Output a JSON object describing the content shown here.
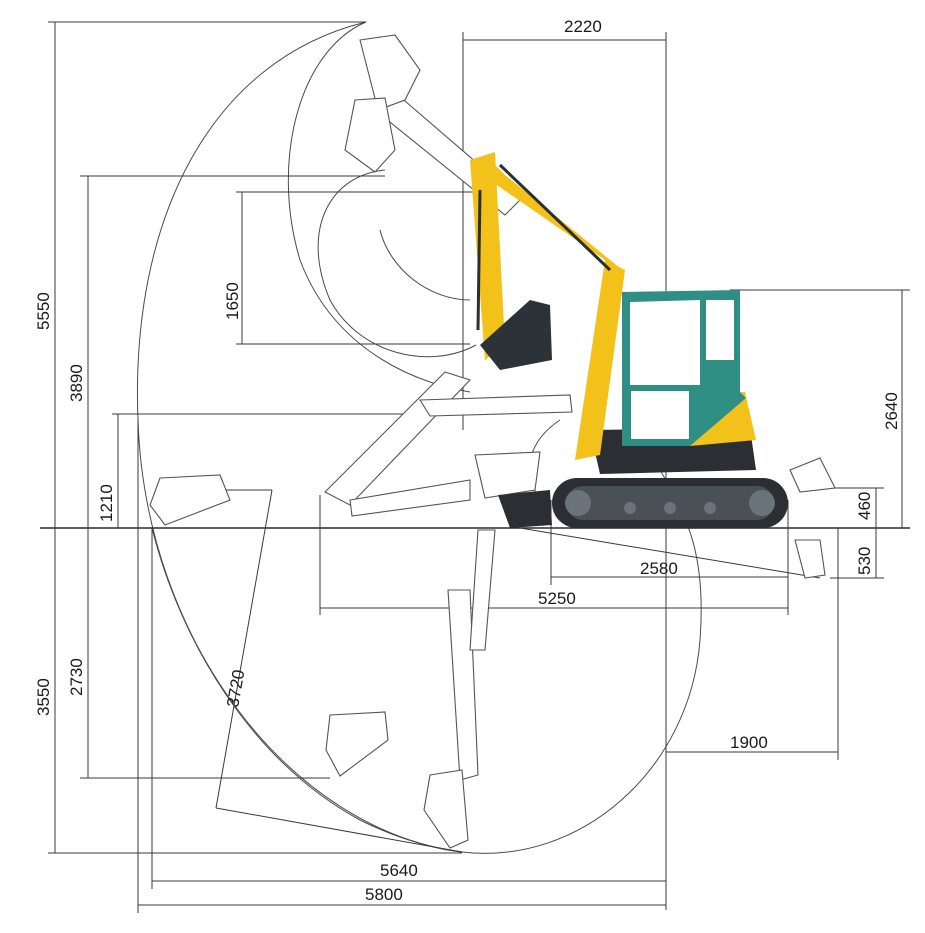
{
  "dimensions": {
    "top_width": "2220",
    "max_dig_reach_height": "5550",
    "max_dump_height": "3890",
    "bucket_swing_1650": "1650",
    "blade_height_1210": "1210",
    "cab_height": "2640",
    "blade_up": "460",
    "blade_down": "530",
    "track_length": "2580",
    "min_swing_radius": "5250",
    "max_digging_depth": "3550",
    "vertical_wall_depth": "2730",
    "depth_3720": "3720",
    "tail_radius": "1900",
    "reach_ground": "5640",
    "max_reach": "5800"
  },
  "colors": {
    "machine_yellow": "#f2c21a",
    "cab_teal": "#2f8f84",
    "track_dark": "#2b2f33",
    "bucket_dark": "#2c3338"
  }
}
